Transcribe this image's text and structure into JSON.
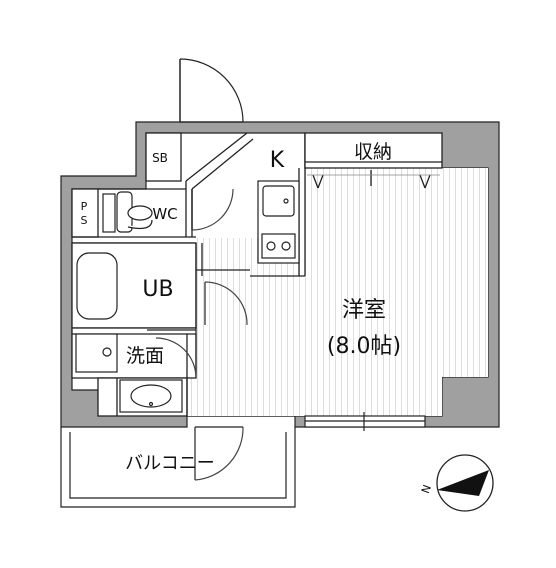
{
  "floorplan": {
    "rooms": {
      "western_room_name": "洋室",
      "western_room_size": "(8.0帖)",
      "kitchen": "K",
      "storage": "収納",
      "unit_bath": "UB",
      "washroom": "洗面",
      "toilet": "WC",
      "shoe_box": "SB",
      "pipe_space_1": "P",
      "pipe_space_2": "S",
      "balcony": "バルコニー"
    },
    "compass": {
      "north_label": "N"
    },
    "colors": {
      "wall": "#a0a0a0",
      "line": "#222222",
      "floor_stripe": "#dddddd",
      "background": "#ffffff"
    }
  }
}
